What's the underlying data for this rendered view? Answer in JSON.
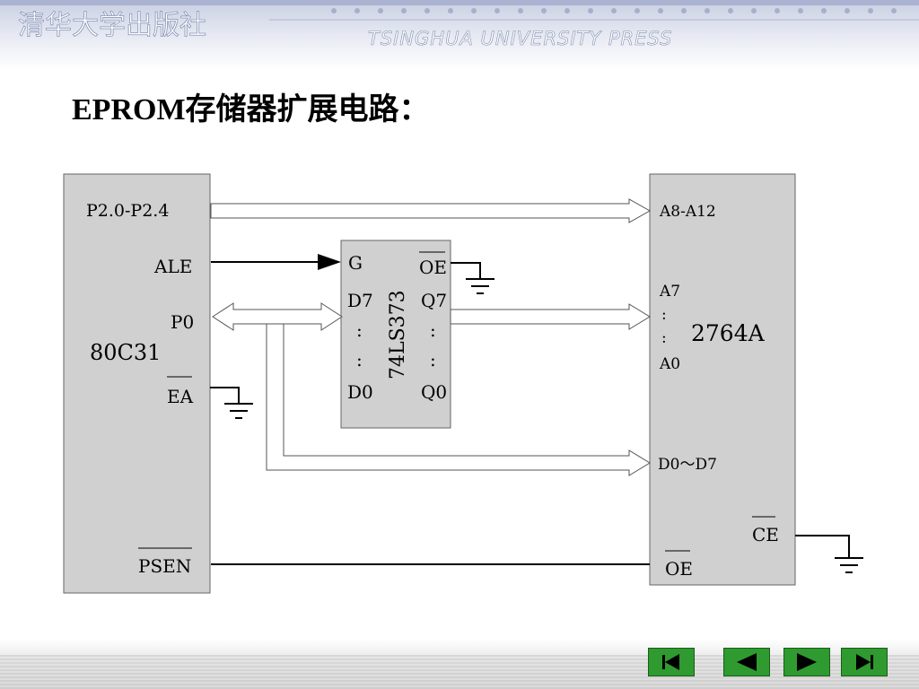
{
  "header": {
    "publisher_cn": "清华大学出版社",
    "publisher_en": "TSINGHUA UNIVERSITY PRESS"
  },
  "page_title": "EPROM存储器扩展电路：",
  "diagram": {
    "cpu": {
      "name": "80C31",
      "pins": {
        "p2": "P2.0-P2.4",
        "ale": "ALE",
        "p0": "P0",
        "ea": "EA",
        "psen": "PSEN"
      }
    },
    "latch": {
      "name": "74LS373",
      "pins": {
        "g": "G",
        "oe": "OE",
        "d7": "D7",
        "q7": "Q7",
        "dot": ":",
        "d0": "D0",
        "q0": "Q0"
      }
    },
    "eprom": {
      "name": "2764A",
      "pins": {
        "a8_a12": "A8-A12",
        "a7": "A7",
        "dot": ":",
        "a0": "A0",
        "d0_d7": "D0～D7",
        "ce": "CE",
        "oe": "OE"
      }
    }
  },
  "nav": {
    "first": "first-page",
    "prev": "previous-page",
    "next": "next-page",
    "last": "last-page"
  },
  "colors": {
    "chip_fill": "#d0d0d0",
    "nav_green": "#2f9a2f",
    "header_blue": "#9aa6c8"
  }
}
